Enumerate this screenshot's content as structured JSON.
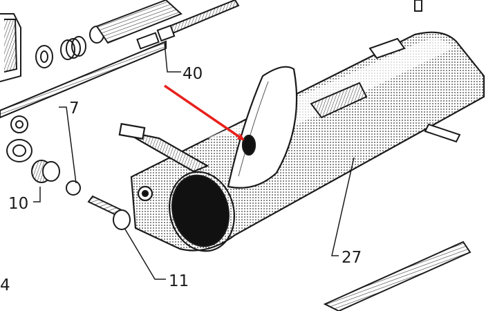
{
  "diagram": {
    "callouts": [
      {
        "id": "40",
        "label": "40"
      },
      {
        "id": "7",
        "label": "7"
      },
      {
        "id": "10",
        "label": "10"
      },
      {
        "id": "11",
        "label": "11"
      },
      {
        "id": "27",
        "label": "27"
      },
      {
        "id": "4",
        "label": "4"
      }
    ],
    "colors": {
      "ink": "#1a1a1a",
      "paper": "#ffffff",
      "shade": "#9a9a9a",
      "arrow": "#e8201c"
    }
  }
}
